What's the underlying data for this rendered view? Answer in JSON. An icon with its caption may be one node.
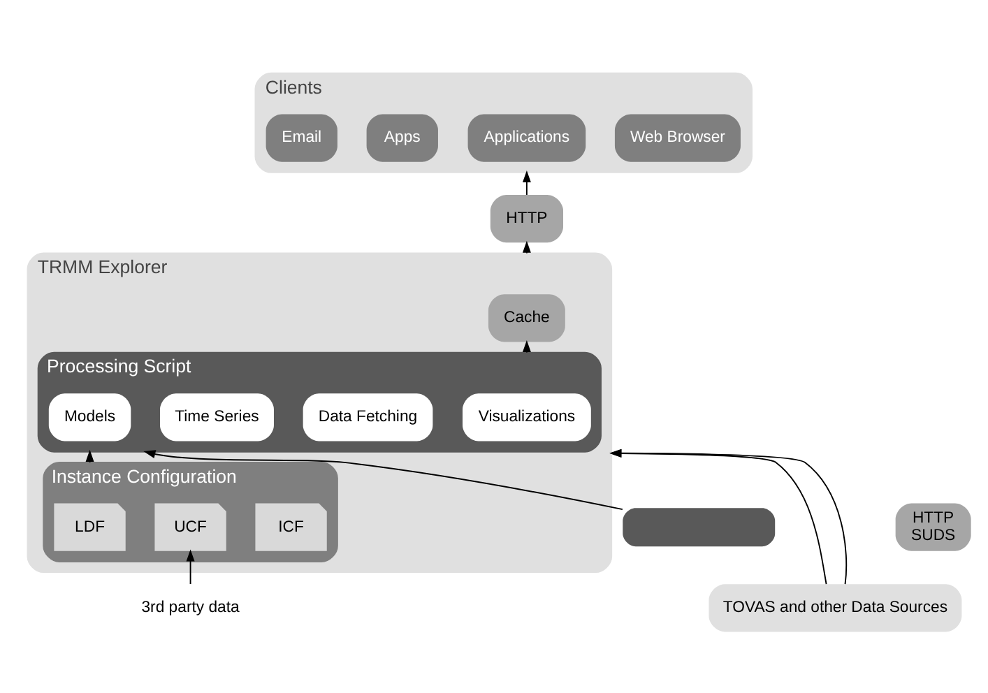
{
  "diagram": {
    "nodes": [
      {
        "text": [
          "Clients"
        ]
      },
      {
        "text": [
          "Web Browser"
        ],
        "in": 0
      },
      {
        "text": [
          "Applications"
        ],
        "in": 0
      },
      {
        "text": [
          "Apps"
        ],
        "in": 0
      },
      {
        "text": [
          "Email"
        ],
        "in": 0
      },
      {
        "text": [
          "HTTP"
        ]
      },
      {
        "text": [
          "TRMM Explorer"
        ]
      },
      {
        "text": [
          "Cache"
        ],
        "in": 6
      },
      {
        "text": [
          "Processing Script"
        ],
        "in": 6
      },
      {
        "text": [
          "Visualizations"
        ],
        "in": 8
      },
      {
        "text": [
          "Data Fetching"
        ],
        "in": 8
      },
      {
        "text": [
          "Time Series"
        ],
        "in": 8
      },
      {
        "text": [
          "Models"
        ],
        "in": 8
      },
      {
        "text": [
          "Instance Configuration"
        ],
        "in": 6
      },
      {
        "text": [
          "ICF"
        ],
        "in": 13
      },
      {
        "text": [
          "UCF"
        ],
        "in": 13
      },
      {
        "text": [
          "LDF"
        ],
        "in": 13
      },
      {
        "text": [],
        "shape": "box"
      },
      {
        "text": [
          "3rd party data"
        ]
      },
      {
        "text": [
          "HTTP",
          "SUDS"
        ]
      },
      {
        "text": [
          "TOVAS and other Data Sources"
        ]
      }
    ],
    "edges": [
      {
        "from": 5,
        "to": 0,
        "arrow": "to"
      },
      {
        "from": 6,
        "to": 5,
        "arrow": "to"
      },
      {
        "from": 8,
        "to": 7,
        "arrow": "to"
      },
      {
        "from": 17,
        "to": 8,
        "arrow": "to"
      },
      {
        "from": 18,
        "to": 15,
        "arrow": "to"
      },
      {
        "from": 13,
        "to": 8,
        "arrow": "to"
      },
      {
        "from": 20,
        "to": 6,
        "arrow": "to"
      },
      {
        "from": 20,
        "to": 6,
        "arrow": "to"
      }
    ]
  }
}
